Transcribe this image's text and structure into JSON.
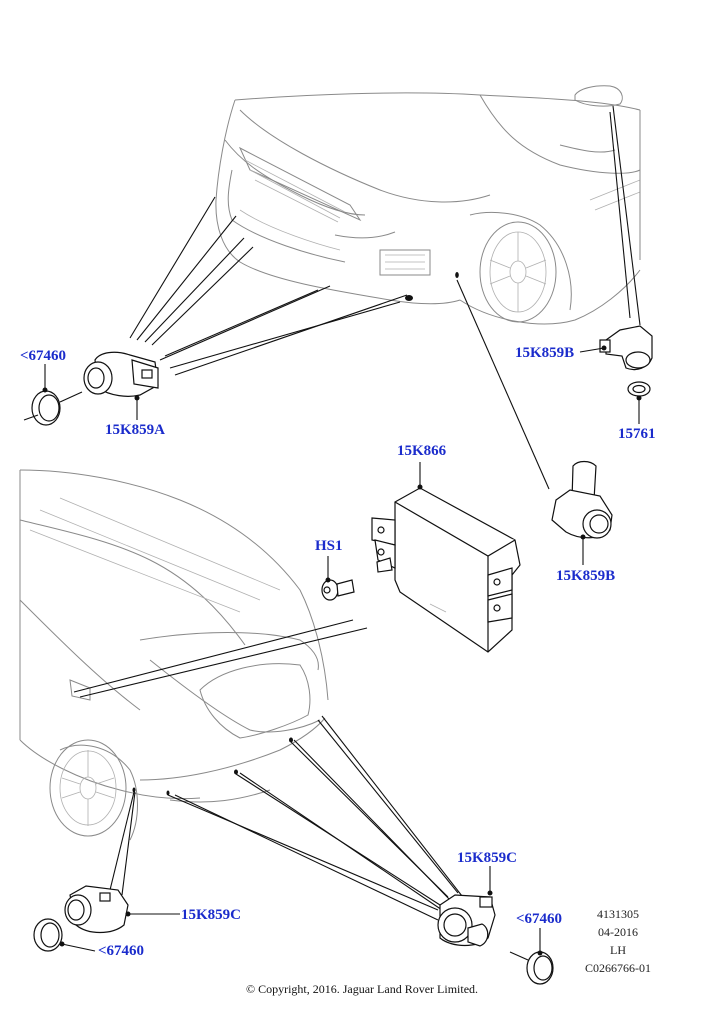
{
  "callouts": {
    "front_right_ring": "<67460",
    "front_sensor_a": "15K859A",
    "front_sensor_b_top": "15K859B",
    "seal": "15761",
    "control_module": "15K866",
    "screw": "HS1",
    "front_sensor_b_mid": "15K859B",
    "rear_sensor_c_right": "15K859C",
    "rear_ring_right": "<67460",
    "rear_sensor_c_left": "15K859C",
    "rear_ring_left": "<67460"
  },
  "reference": {
    "line1": "4131305",
    "line2": "04-2016",
    "line3": "LH",
    "line4": "C0266766-01"
  },
  "copyright": "© Copyright, 2016. Jaguar Land Rover Limited.",
  "colors": {
    "callout": "#1b2ccc",
    "outline": "#8a8a8a",
    "leader": "#111111"
  }
}
